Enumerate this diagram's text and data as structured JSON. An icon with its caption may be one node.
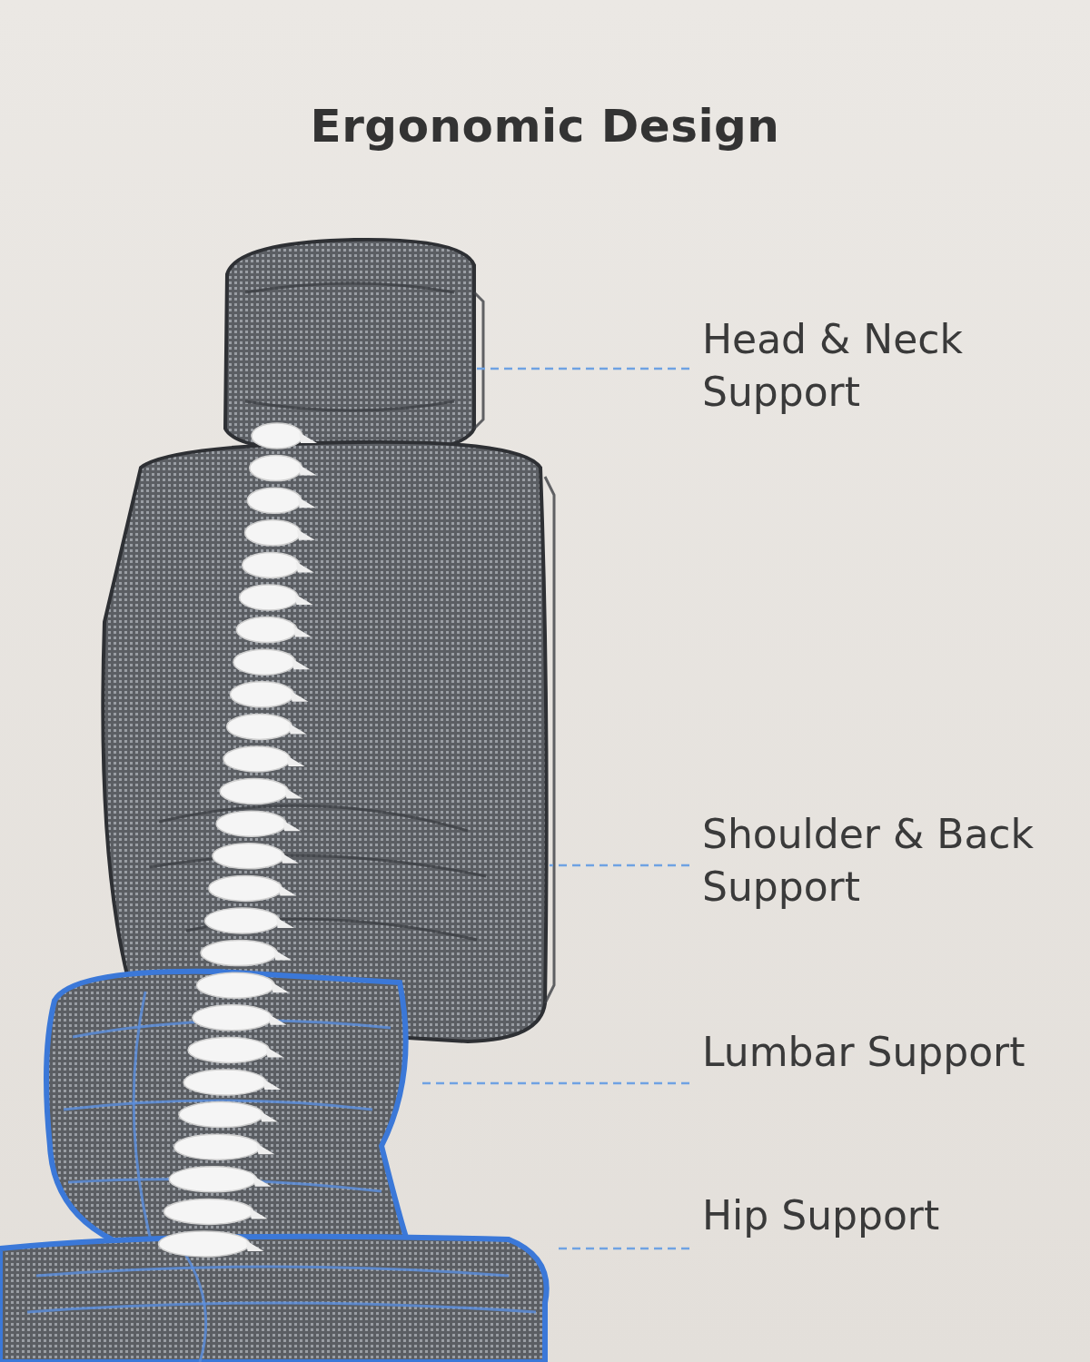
{
  "diagram": {
    "title": "Ergonomic Design",
    "nodes": [
      {
        "text": [
          "Head & Neck Support"
        ]
      },
      {
        "text": [
          "Shoulder & Back Support"
        ]
      },
      {
        "text": [
          "Lumbar Support"
        ]
      },
      {
        "text": [
          "Hip Support"
        ]
      },
      {
        "text": [],
        "shape": "picture"
      },
      {
        "text": [],
        "shape": "picture"
      },
      {
        "text": [],
        "shape": "picture"
      },
      {
        "text": [],
        "shape": "picture"
      }
    ],
    "edges": [
      {
        "from": 0,
        "to": 4,
        "arrow": "none",
        "style": "dashed"
      },
      {
        "from": 1,
        "to": 5,
        "arrow": "none",
        "style": "dashed"
      },
      {
        "from": 2,
        "to": 6,
        "arrow": "none",
        "style": "dashed"
      },
      {
        "from": 3,
        "to": 7,
        "arrow": "none",
        "style": "dashed"
      }
    ]
  }
}
